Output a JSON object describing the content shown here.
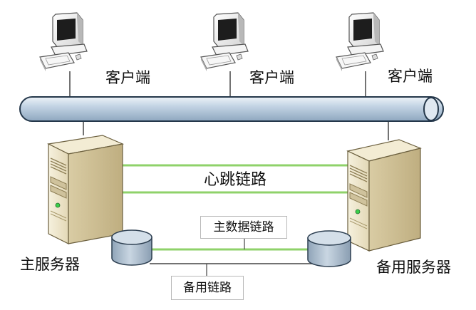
{
  "clients": [
    {
      "label": "客户端"
    },
    {
      "label": "客户端"
    },
    {
      "label": "客户端"
    }
  ],
  "links": {
    "heartbeat": "心跳链路",
    "main_data": "主数据链路",
    "backup": "备用链路"
  },
  "servers": {
    "primary": "主服务器",
    "standby": "备用服务器"
  },
  "colors": {
    "network_bus": "#b9cde0",
    "link_green": "#8fd26a",
    "server_body": "#efe7cf",
    "disk": "#b5c6d6"
  }
}
